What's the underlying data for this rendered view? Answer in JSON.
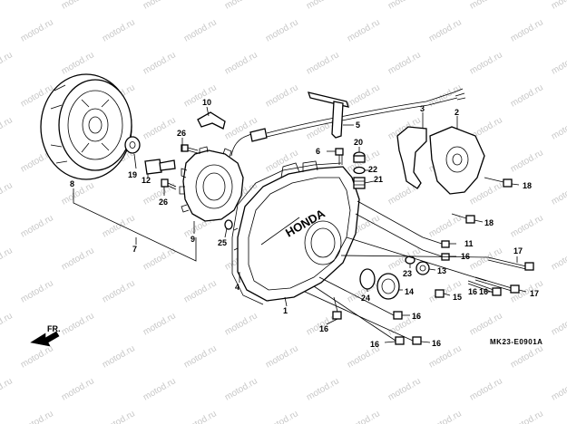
{
  "watermark": "motod.ru",
  "diagram_code": "MK23-E0901A",
  "direction_label": "FR.",
  "callouts": [
    {
      "id": "c1",
      "text": "1"
    },
    {
      "id": "c2",
      "text": "2"
    },
    {
      "id": "c3",
      "text": "3"
    },
    {
      "id": "c4",
      "text": "4"
    },
    {
      "id": "c5",
      "text": "5"
    },
    {
      "id": "c6",
      "text": "6"
    },
    {
      "id": "c7",
      "text": "7"
    },
    {
      "id": "c8",
      "text": "8"
    },
    {
      "id": "c9",
      "text": "9"
    },
    {
      "id": "c10",
      "text": "10"
    },
    {
      "id": "c11",
      "text": "11"
    },
    {
      "id": "c12",
      "text": "12"
    },
    {
      "id": "c13",
      "text": "13"
    },
    {
      "id": "c14",
      "text": "14"
    },
    {
      "id": "c15",
      "text": "15"
    },
    {
      "id": "c16a",
      "text": "16"
    },
    {
      "id": "c16b",
      "text": "16"
    },
    {
      "id": "c16c",
      "text": "16"
    },
    {
      "id": "c16d",
      "text": "16"
    },
    {
      "id": "c16e",
      "text": "16"
    },
    {
      "id": "c16f",
      "text": "16"
    },
    {
      "id": "c16g",
      "text": "16"
    },
    {
      "id": "c17a",
      "text": "17"
    },
    {
      "id": "c17b",
      "text": "17"
    },
    {
      "id": "c18a",
      "text": "18"
    },
    {
      "id": "c18b",
      "text": "18"
    },
    {
      "id": "c19",
      "text": "19"
    },
    {
      "id": "c20",
      "text": "20"
    },
    {
      "id": "c21",
      "text": "21"
    },
    {
      "id": "c22",
      "text": "22"
    },
    {
      "id": "c23",
      "text": "23"
    },
    {
      "id": "c24",
      "text": "24"
    },
    {
      "id": "c25",
      "text": "25"
    },
    {
      "id": "c26a",
      "text": "26"
    },
    {
      "id": "c26b",
      "text": "26"
    }
  ]
}
